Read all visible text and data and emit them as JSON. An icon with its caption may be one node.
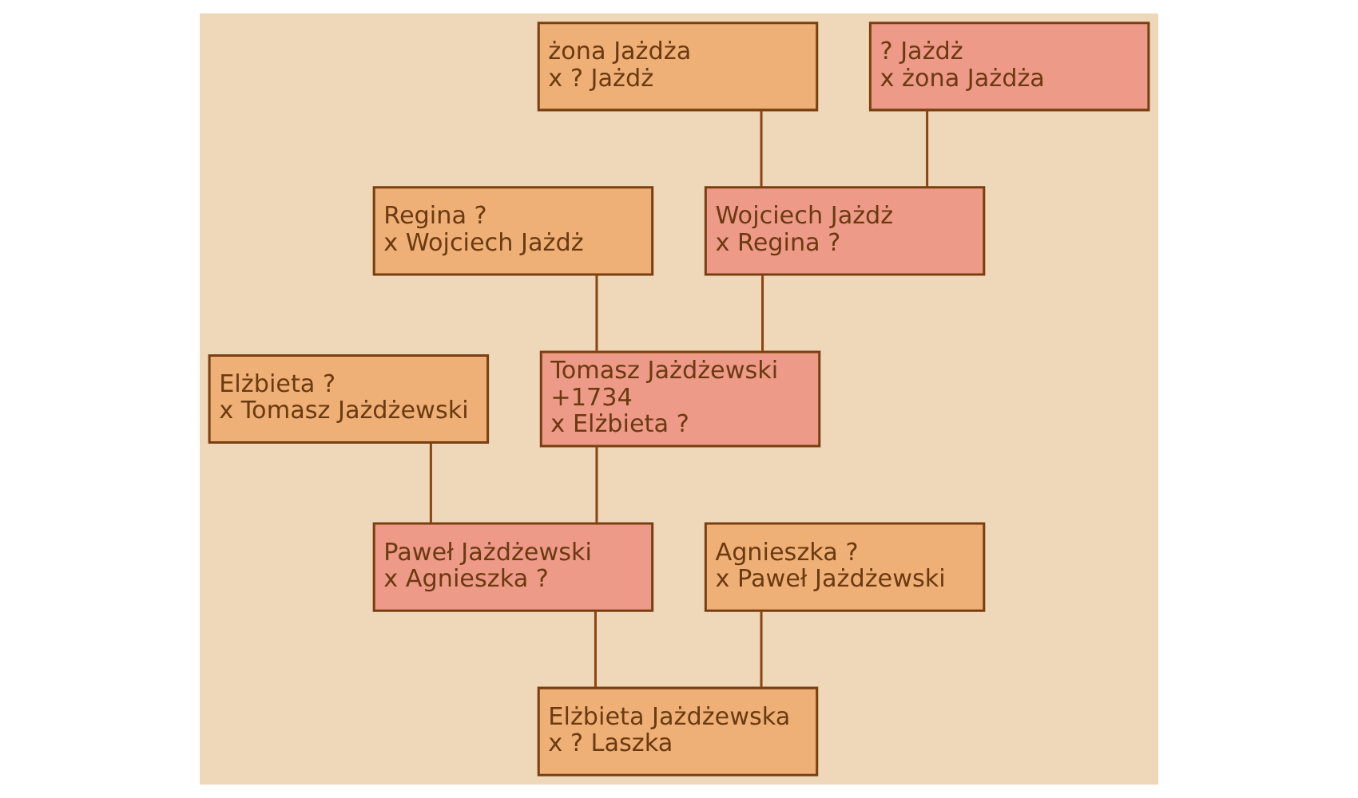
{
  "diagram": {
    "nodes": [
      {
        "text": [
          "żona Jażdża",
          "x ? Jażdż"
        ]
      },
      {
        "text": [
          "? Jażdż",
          "x żona Jażdża"
        ]
      },
      {
        "text": [
          "Regina ?",
          "x Wojciech Jażdż"
        ]
      },
      {
        "text": [
          "Wojciech Jażdż",
          "x Regina ?"
        ]
      },
      {
        "text": [
          "Elżbieta ?",
          "x Tomasz Jażdżewski"
        ]
      },
      {
        "text": [
          "Tomasz Jażdżewski",
          "+1734",
          "x Elżbieta ?"
        ]
      },
      {
        "text": [
          "Paweł Jażdżewski",
          "x Agnieszka ?"
        ]
      },
      {
        "text": [
          "Agnieszka ?",
          "x Paweł Jażdżewski"
        ]
      },
      {
        "text": [
          "Elżbieta Jażdżewska",
          "x ? Laszka"
        ]
      }
    ],
    "edges": [
      {
        "from": 0,
        "to": 3,
        "arrow": "none"
      },
      {
        "from": 1,
        "to": 3,
        "arrow": "none"
      },
      {
        "from": 2,
        "to": 5,
        "arrow": "none"
      },
      {
        "from": 3,
        "to": 5,
        "arrow": "none"
      },
      {
        "from": 4,
        "to": 6,
        "arrow": "none"
      },
      {
        "from": 5,
        "to": 6,
        "arrow": "none"
      },
      {
        "from": 6,
        "to": 8,
        "arrow": "none"
      },
      {
        "from": 7,
        "to": 8,
        "arrow": "none"
      }
    ]
  }
}
